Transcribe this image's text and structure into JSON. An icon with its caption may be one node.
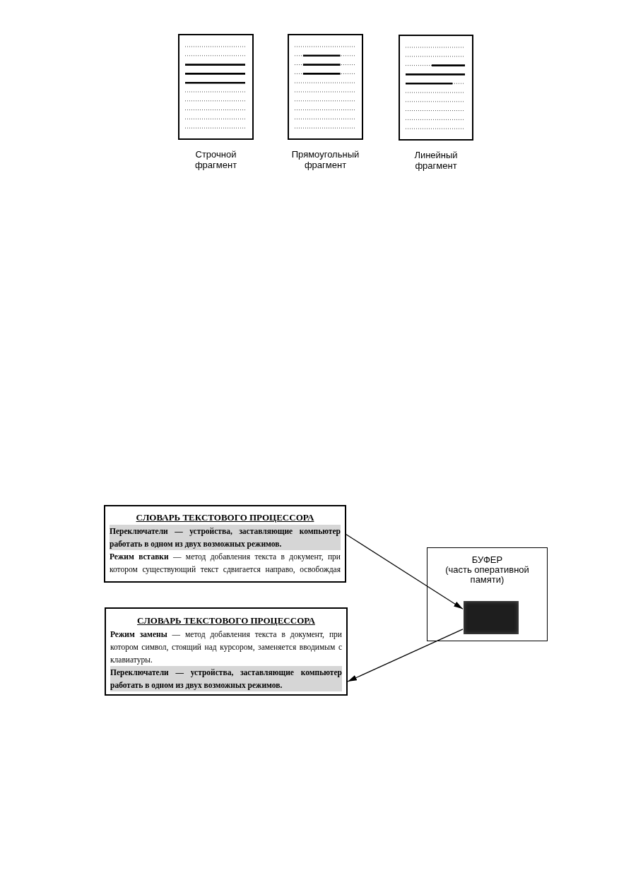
{
  "diagram": {
    "nodes": [
      {
        "text": [],
        "shape": "picture",
        "beside": [
          "Строчной фрагмент"
        ]
      },
      {
        "text": [],
        "shape": "picture",
        "beside": [
          "Прямоугольный фрагмент"
        ]
      },
      {
        "text": [],
        "shape": "picture",
        "beside": [
          "Линейный фрагмент"
        ]
      },
      {
        "text": [
          "СЛОВАРЬ ТЕКСТОВОГО ПРОЦЕССОРА",
          "Переключатели — устройства, заставляющие компьютер работать в одном из двух возможных режимов.",
          "**Режим вставки** — метод добавления текста в документ, при котором существующий текст сдвигается направо, освобождая"
        ]
      },
      {
        "text": [
          "БУФЕР",
          "(часть оперативной памяти)"
        ]
      },
      {
        "text": [],
        "shape": "box",
        "in": 4
      },
      {
        "text": [
          "СЛОВАРЬ ТЕКСТОВОГО ПРОЦЕССОРА",
          "**Режим замены** — метод добавления текста в документ, при котором символ, стоящий над курсором, заменяется вводимым с клавиатуры.",
          "Переключатели — устройства, заставляющие компьютер работать в одном из двух возможных режимов."
        ]
      }
    ],
    "edges": [
      {
        "from": 3,
        "to": 5,
        "arrow": "to"
      },
      {
        "from": 5,
        "to": 6,
        "arrow": "to"
      }
    ]
  }
}
